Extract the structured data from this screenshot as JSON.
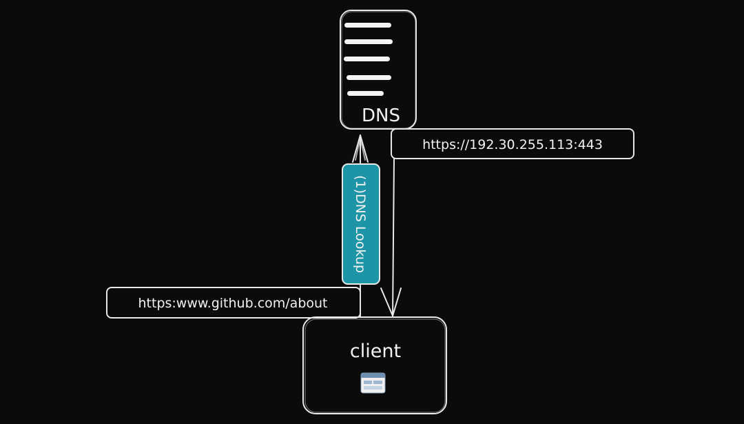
{
  "dns_server": {
    "label": "DNS",
    "icon": "server-icon"
  },
  "dns_lookup": {
    "label": "(1)DNS Lookup",
    "fill_color": "#1e95a6"
  },
  "resolved_address": {
    "label": "https://192.30.255.113:443"
  },
  "request_url": {
    "label": "https:www.github.com/about"
  },
  "client": {
    "label": "client",
    "icon": "browser-window-icon"
  },
  "colors": {
    "background": "#0b0b0b",
    "stroke": "#e9e9e9",
    "text": "#f2f2f2",
    "accent": "#1e95a6"
  }
}
